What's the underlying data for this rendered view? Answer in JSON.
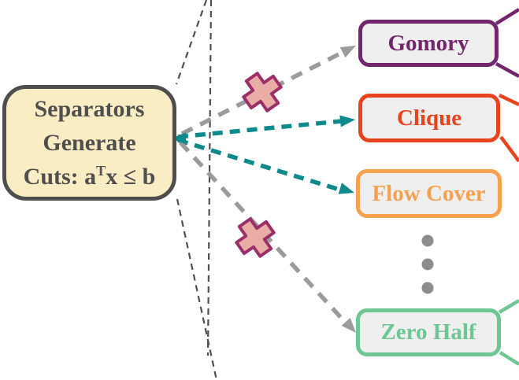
{
  "source_box": {
    "line1": "Separators",
    "line2": "Generate",
    "line3_prefix": "Cuts: a",
    "line3_sup": "T",
    "line3_suffix": "x ≤ b"
  },
  "targets": [
    {
      "label": "Gomory",
      "arrow_color": "#9B9B9B",
      "blocked": true
    },
    {
      "label": "Clique",
      "arrow_color": "#0E8A8D",
      "blocked": false
    },
    {
      "label": "Flow Cover",
      "arrow_color": "#0E8A8D",
      "blocked": false
    },
    {
      "label": "Zero Half",
      "arrow_color": "#9B9B9B",
      "blocked": true
    }
  ],
  "icons": {
    "blocked_cross_icon": "✕",
    "more_targets_ellipsis_icon": "⋮"
  },
  "theme": {
    "purple": "#73256D",
    "red": "#E8431C",
    "orange": "#F7A14E",
    "green": "#6EC693",
    "teal": "#0E8A8D",
    "arrowgray": "#9B9B9B",
    "funnel": "#4F4F4F",
    "srcfill": "#FBEDC3",
    "srcborder": "#4E4E4E",
    "srctext": "#4F4F4F",
    "boxfill": "#F0EFF0",
    "crossfill": "#E9ADA6",
    "crossstroke": "#9B2F69",
    "dot": "#8C8C8C"
  }
}
